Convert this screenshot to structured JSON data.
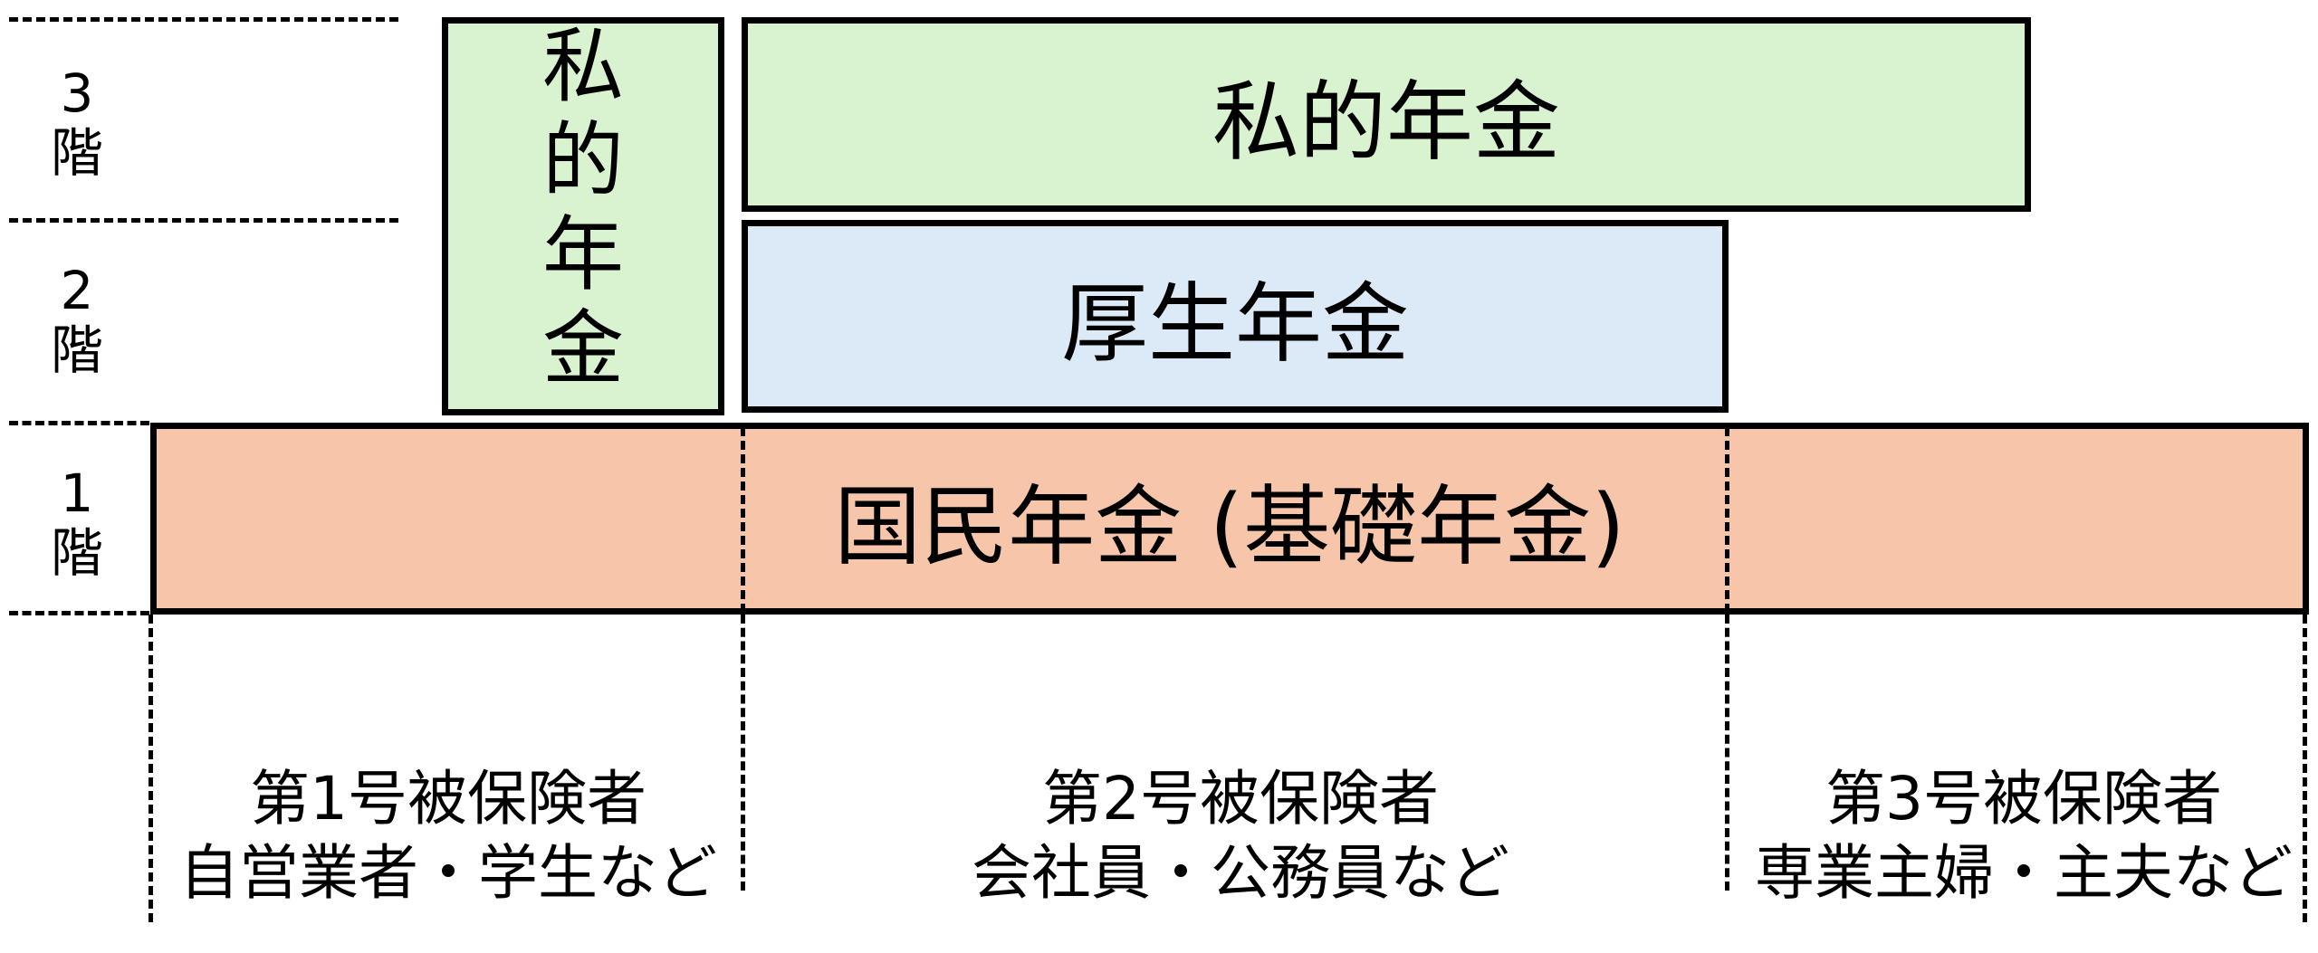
{
  "colors": {
    "private_pension": "#d9f2d0",
    "employee_pension": "#dce9f6",
    "national_pension": "#f6c5aa",
    "border": "#000000"
  },
  "floors": [
    {
      "number": "3",
      "kanji": "階"
    },
    {
      "number": "2",
      "kanji": "階"
    },
    {
      "number": "1",
      "kanji": "階"
    }
  ],
  "private_vertical_chars": [
    "私",
    "的",
    "年",
    "金"
  ],
  "private_pension_label": "私的年金",
  "employee_pension_label": "厚生年金",
  "national_pension_label": "国民年金 (基礎年金)",
  "insured_groups": [
    {
      "title": "第1号被保険者",
      "subtitle": "自営業者・学生など"
    },
    {
      "title": "第2号被保険者",
      "subtitle": "会社員・公務員など"
    },
    {
      "title": "第3号被保険者",
      "subtitle": "専業主婦・主夫など"
    }
  ]
}
